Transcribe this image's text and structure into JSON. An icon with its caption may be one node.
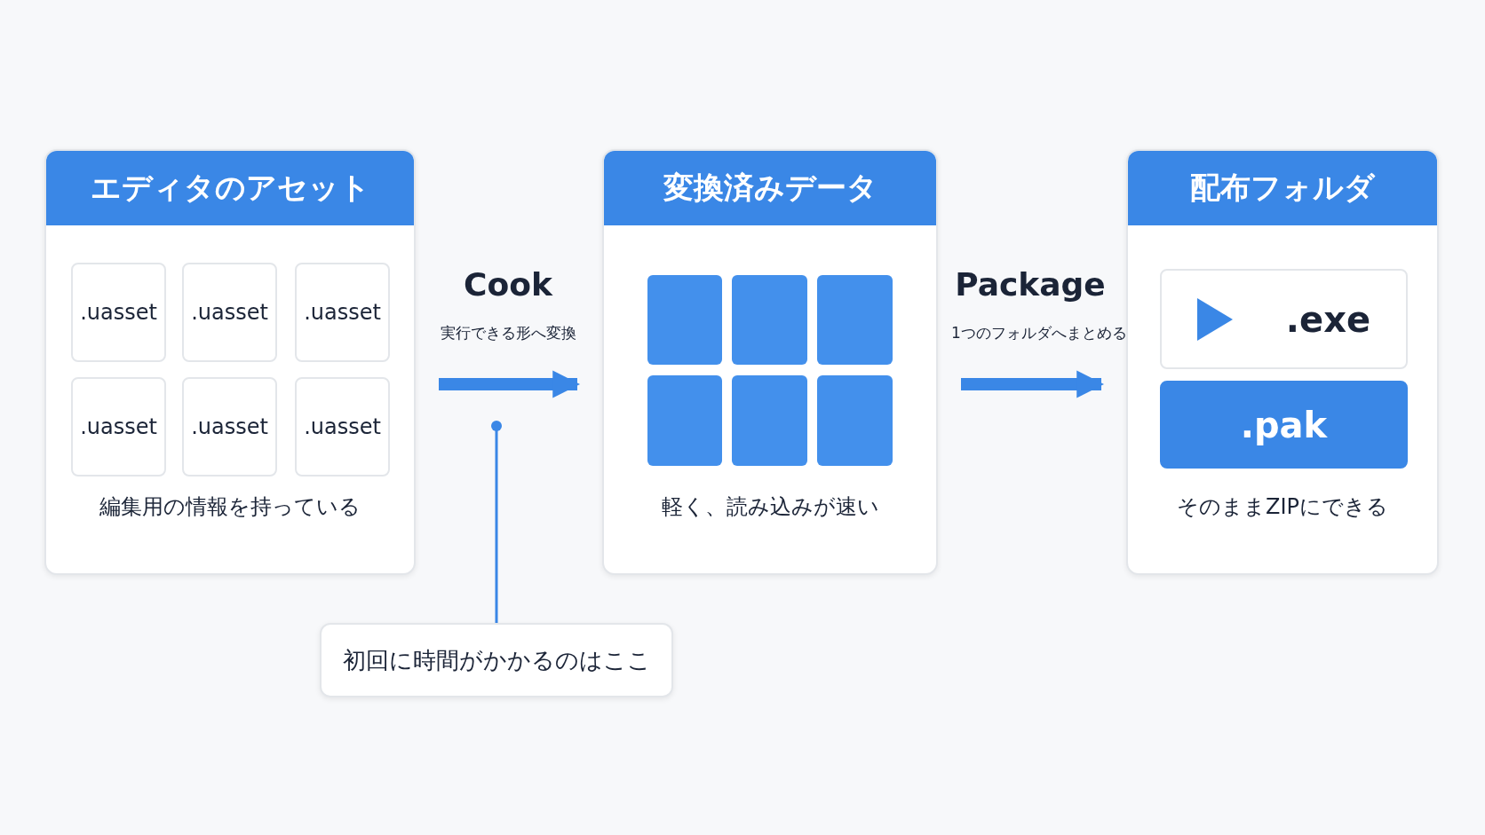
{
  "diagram": {
    "nodes": [
      {
        "text": [
          "エディタのアセット",
          "編集用の情報を持っている"
        ]
      },
      {
        "text": [
          ".uasset"
        ],
        "in": 0
      },
      {
        "text": [
          ".uasset"
        ],
        "in": 0
      },
      {
        "text": [
          ".uasset"
        ],
        "in": 0
      },
      {
        "text": [
          ".uasset"
        ],
        "in": 0
      },
      {
        "text": [
          ".uasset"
        ],
        "in": 0
      },
      {
        "text": [
          ".uasset"
        ],
        "in": 0
      },
      {
        "text": [
          "変換済みデータ",
          "軽く、読み込みが速い"
        ]
      },
      {
        "text": [],
        "shape": "box",
        "in": 7
      },
      {
        "text": [],
        "shape": "box",
        "in": 7
      },
      {
        "text": [],
        "shape": "box",
        "in": 7
      },
      {
        "text": [],
        "shape": "box",
        "in": 7
      },
      {
        "text": [],
        "shape": "box",
        "in": 7
      },
      {
        "text": [],
        "shape": "box",
        "in": 7
      },
      {
        "text": [
          "配布フォルダ",
          "そのままZIPにできる"
        ]
      },
      {
        "text": [
          ".exe"
        ],
        "in": 14
      },
      {
        "text": [
          ".pak"
        ],
        "in": 14
      },
      {
        "text": [
          "初回に時間がかかるのはここ"
        ]
      }
    ],
    "edges": [
      {
        "from": 0,
        "to": 7,
        "arrow": "to",
        "label": "Cook"
      },
      {
        "from": 7,
        "to": 14,
        "arrow": "to",
        "label": "Package"
      },
      {
        "from": 17,
        "to": null,
        "arrow": "other"
      }
    ],
    "labels": [
      "実行できる形へ変換",
      "1つのフォルダへまとめる"
    ]
  }
}
